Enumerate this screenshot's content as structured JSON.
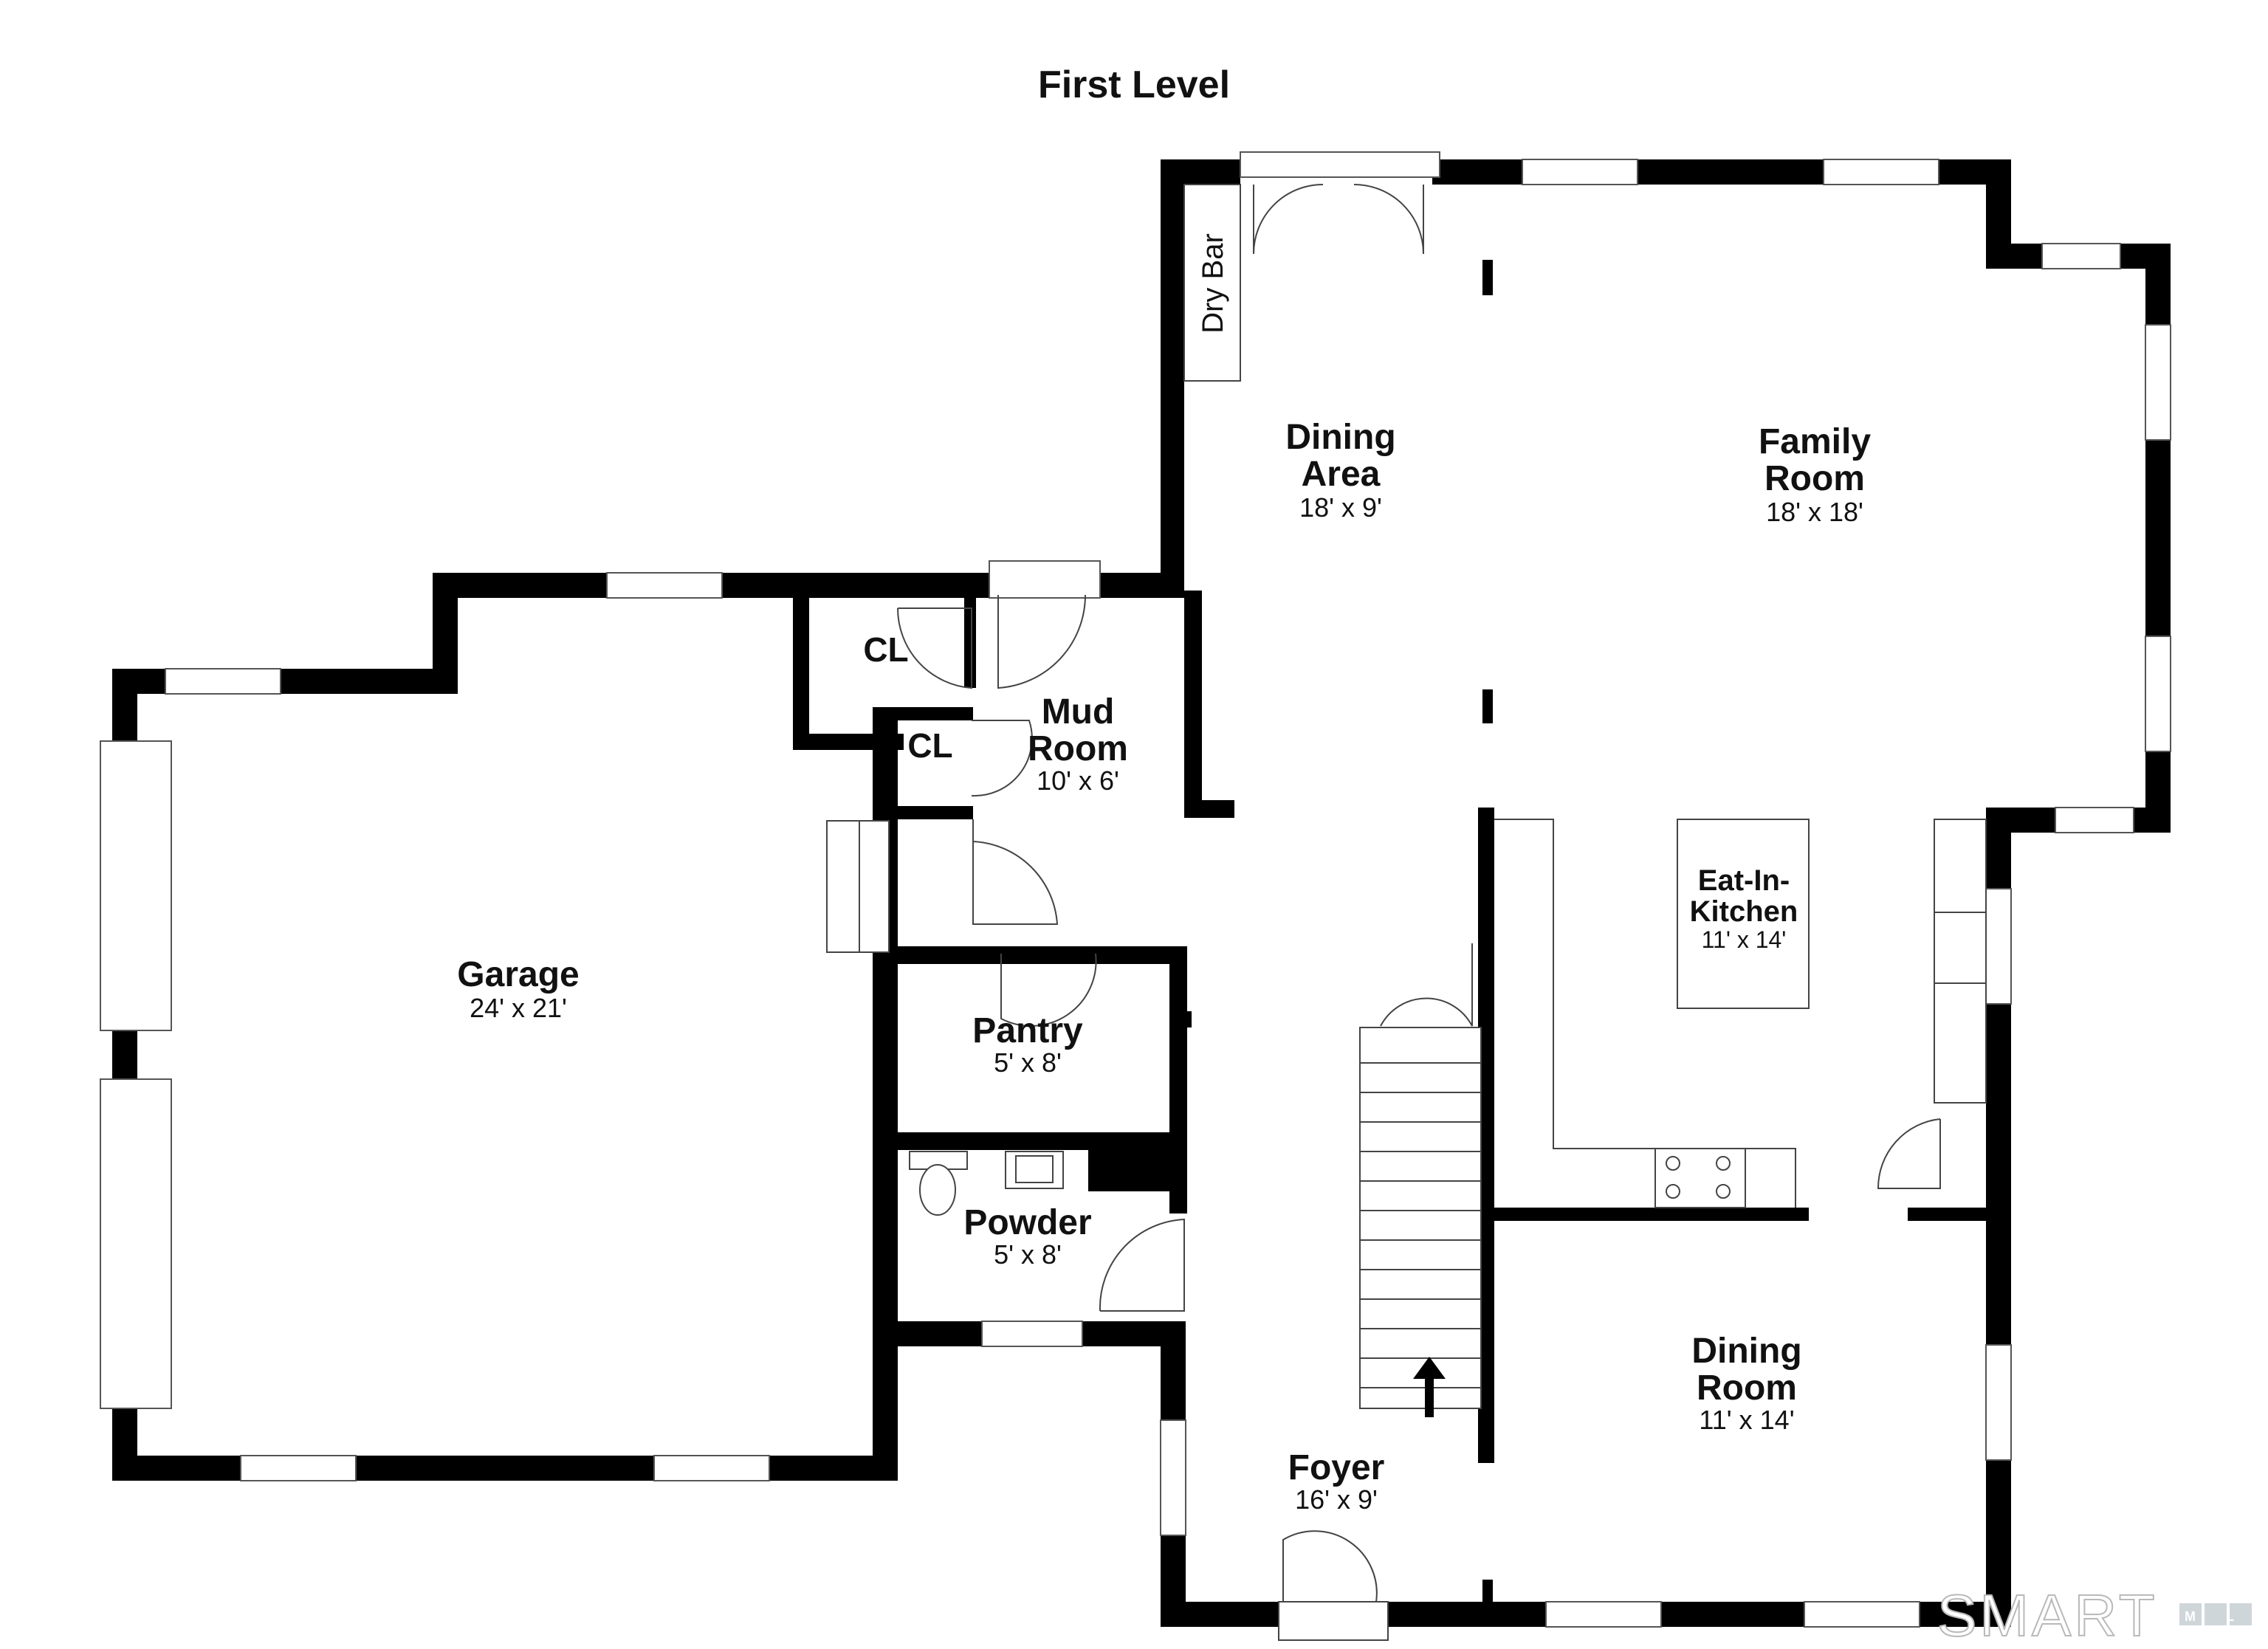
{
  "title": "First Level",
  "rooms": {
    "dining_area": {
      "name_line1": "Dining",
      "name_line2": "Area",
      "dims": "18' x 9'"
    },
    "family_room": {
      "name_line1": "Family",
      "name_line2": "Room",
      "dims": "18' x 18'"
    },
    "mud_room": {
      "name_line1": "Mud",
      "name_line2": "Room",
      "dims": "10' x 6'"
    },
    "garage": {
      "name": "Garage",
      "dims": "24' x 21'"
    },
    "pantry": {
      "name": "Pantry",
      "dims": "5' x 8'"
    },
    "powder": {
      "name": "Powder",
      "dims": "5' x 8'"
    },
    "eat_in_kitchen": {
      "name_line1": "Eat-In-",
      "name_line2": "Kitchen",
      "dims": "11' x 14'"
    },
    "dining_room": {
      "name_line1": "Dining",
      "name_line2": "Room",
      "dims": "11' x 14'"
    },
    "foyer": {
      "name": "Foyer",
      "dims": "16' x 9'"
    }
  },
  "labels": {
    "closet_1": "CL",
    "closet_2": "CL",
    "dry_bar": "Dry Bar"
  },
  "logo": {
    "text": "SMART",
    "sub": "M L S"
  }
}
